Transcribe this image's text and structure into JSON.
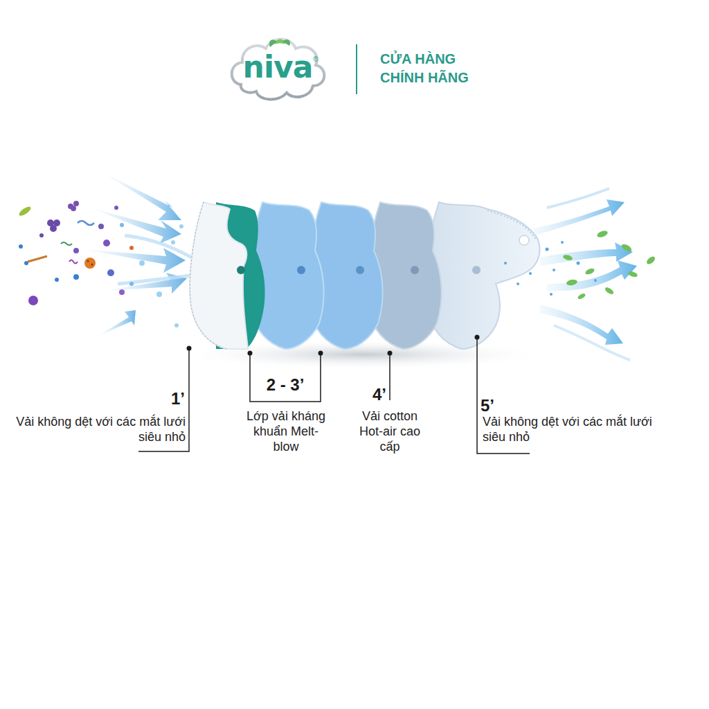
{
  "diagram": {
    "nodes": [
      {
        "text": [
          "niva"
        ]
      }
    ],
    "labels": [
      "®",
      "CỬA HÀNG CHÍNH HÃNG",
      "1’",
      "Vải không dệt với các mắt lưới siêu nhỏ",
      "2 - 3’",
      "Lớp vải kháng khuẩn Melt-blow",
      "4’",
      "Vải cotton Hot-air cao cấp",
      "5’",
      "Vải không dệt với các mắt lưới siêu nhỏ"
    ]
  }
}
